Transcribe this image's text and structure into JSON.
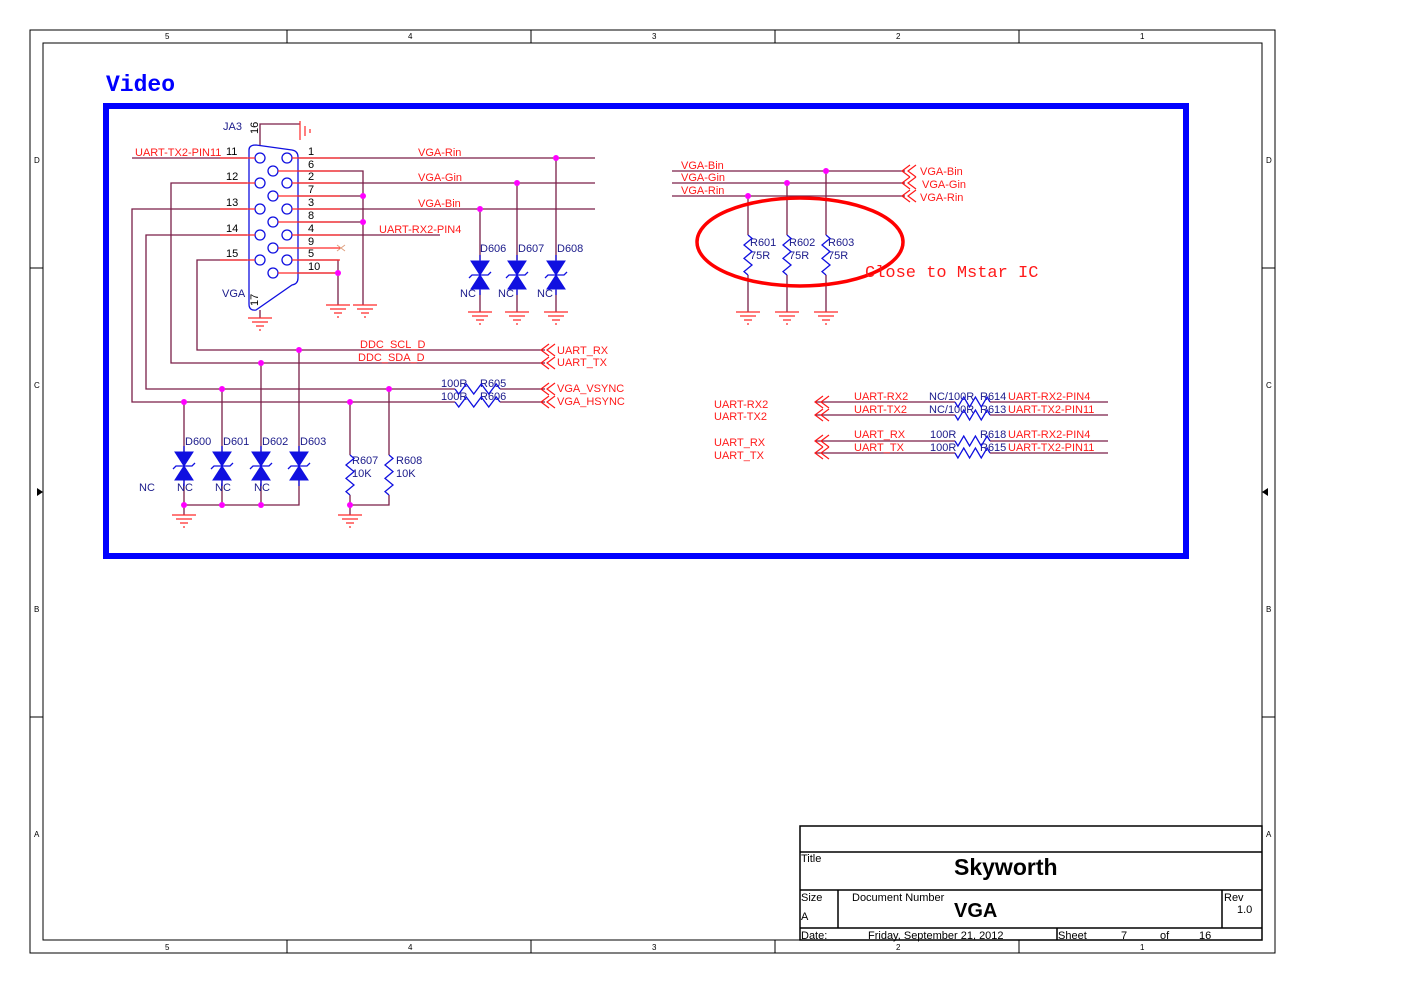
{
  "frame": {
    "col_labels": [
      "5",
      "4",
      "3",
      "2",
      "1"
    ],
    "row_labels": [
      "D",
      "C",
      "B",
      "A"
    ]
  },
  "section_title": "Video",
  "connector": {
    "ref": "JA3",
    "value": "VGA",
    "pins": [
      "1",
      "2",
      "3",
      "4",
      "5",
      "6",
      "7",
      "8",
      "9",
      "10",
      "11",
      "12",
      "13",
      "14",
      "15",
      "16",
      "17"
    ]
  },
  "nets": {
    "uart_tx2_pin11": "UART-TX2-PIN11",
    "uart_rx2_pin4": "UART-RX2-PIN4",
    "vga_rin": "VGA-Rin",
    "vga_gin": "VGA-Gin",
    "vga_bin": "VGA-Bin",
    "ddc_scl": "DDC_SCL_D",
    "ddc_sda": "DDC_SDA_D",
    "uart_rx": "UART_RX",
    "uart_tx": "UART_TX",
    "vga_vsync": "VGA_VSYNC",
    "vga_hsync": "VGA_HSYNC",
    "uart_rx2": "UART-RX2",
    "uart_tx2": "UART-TX2"
  },
  "diodes": [
    {
      "ref": "D606",
      "value": "NC"
    },
    {
      "ref": "D607",
      "value": "NC"
    },
    {
      "ref": "D608",
      "value": "NC"
    },
    {
      "ref": "D600",
      "value": "NC"
    },
    {
      "ref": "D601",
      "value": "NC"
    },
    {
      "ref": "D602",
      "value": "NC"
    },
    {
      "ref": "D603",
      "value": ""
    }
  ],
  "extra_nc": "NC",
  "resistors": [
    {
      "ref": "R601",
      "value": "75R"
    },
    {
      "ref": "R602",
      "value": "75R"
    },
    {
      "ref": "R603",
      "value": "75R"
    },
    {
      "ref": "R605",
      "value": "100R"
    },
    {
      "ref": "R606",
      "value": "100R"
    },
    {
      "ref": "R607",
      "value": "10K"
    },
    {
      "ref": "R608",
      "value": "10K"
    },
    {
      "ref": "R614",
      "value": "NC/100R"
    },
    {
      "ref": "R613",
      "value": "NC/100R"
    },
    {
      "ref": "R618",
      "value": "100R"
    },
    {
      "ref": "R615",
      "value": "100R"
    }
  ],
  "note": "Close to Mstar IC",
  "title_block": {
    "title_label": "Title",
    "title": "Skyworth",
    "size_label": "Size",
    "size": "A",
    "docnum_label": "Document Number",
    "docnum": "VGA",
    "rev_label": "Rev",
    "rev": "1.0",
    "date_label": "Date:",
    "date": "Friday, September 21, 2012",
    "sheet_label": "Sheet",
    "sheet": "7",
    "of_label": "of",
    "sheets_total": "16"
  }
}
